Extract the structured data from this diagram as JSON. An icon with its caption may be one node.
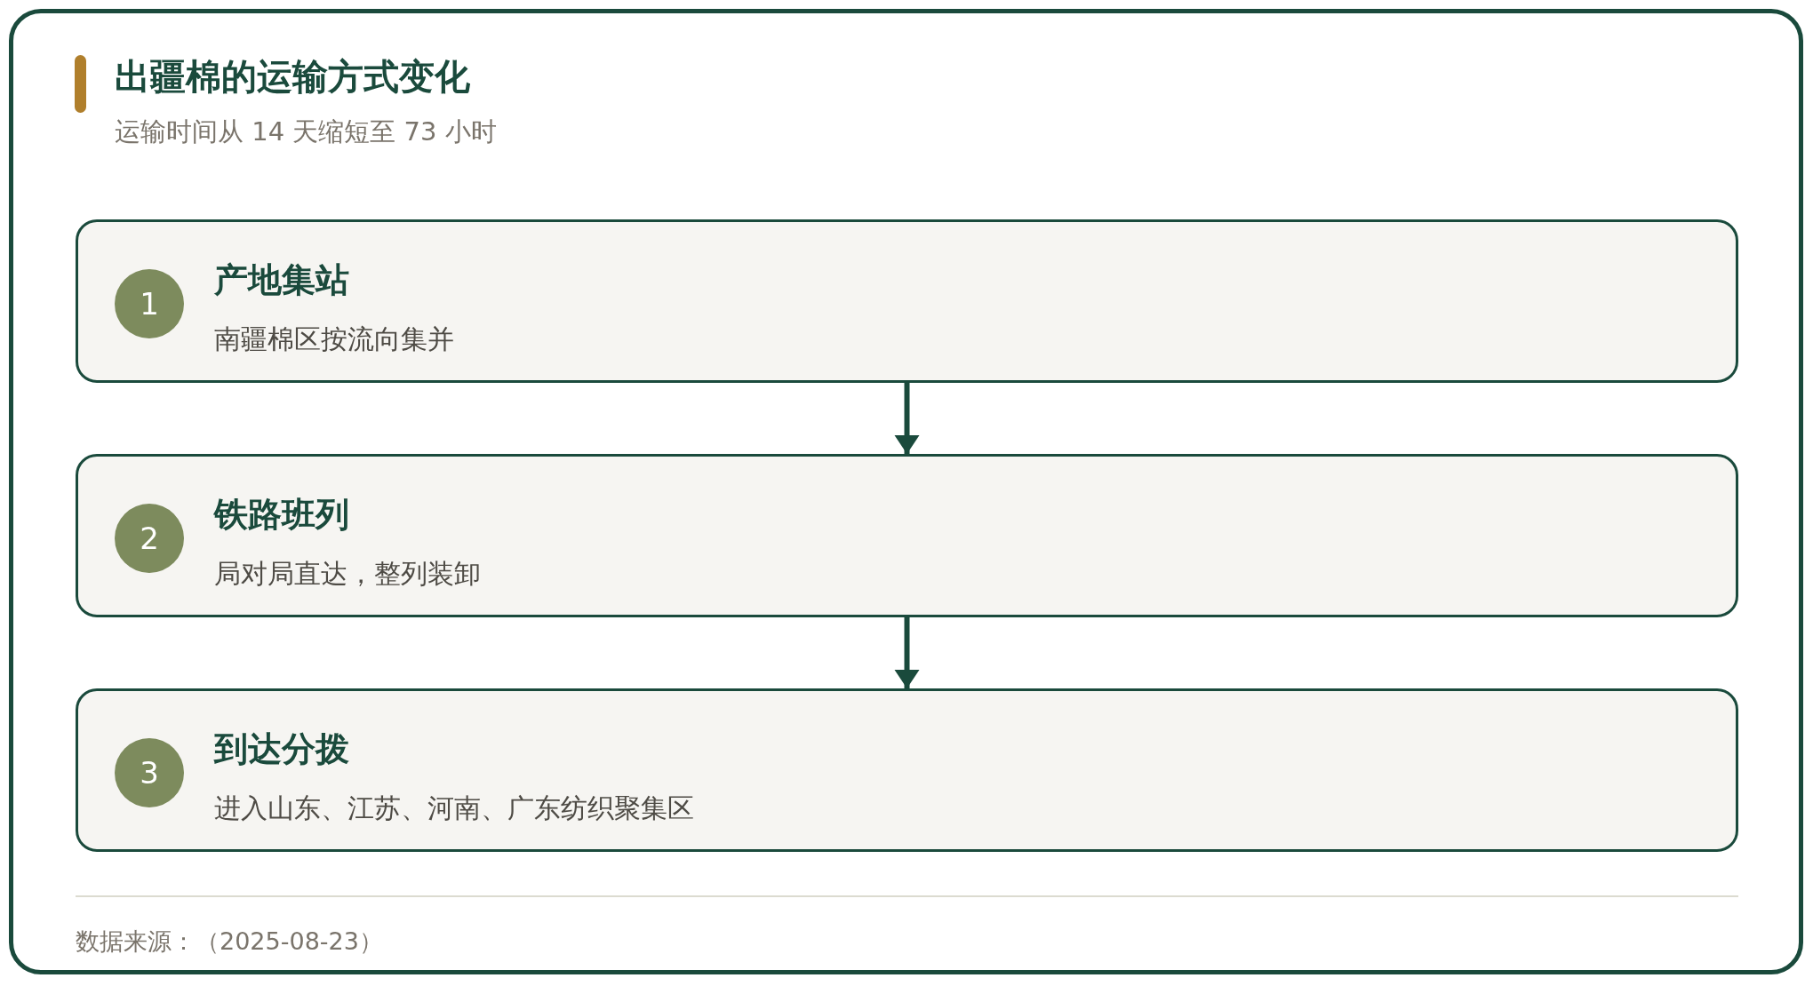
{
  "diagram": {
    "title": "出疆棉的运输方式变化",
    "nodes": [
      {
        "text": [
          "产地集站",
          "南疆棉区按流向集并"
        ]
      },
      {
        "text": [
          "1"
        ],
        "in": 0
      },
      {
        "text": [
          "铁路班列",
          "局对局直达，整列装卸"
        ]
      },
      {
        "text": [
          "2"
        ],
        "in": 2
      },
      {
        "text": [
          "到达分拨",
          "进入山东、江苏、河南、广东纺织聚集区"
        ]
      },
      {
        "text": [
          "3"
        ],
        "in": 4
      }
    ],
    "edges": [
      {
        "from": 0,
        "to": 2,
        "arrow": "to"
      },
      {
        "from": 2,
        "to": 4,
        "arrow": "to"
      }
    ],
    "labels": [
      "运输时间从 14 天缩短至 73 小时",
      "数据来源：（2025-08-23）"
    ]
  }
}
